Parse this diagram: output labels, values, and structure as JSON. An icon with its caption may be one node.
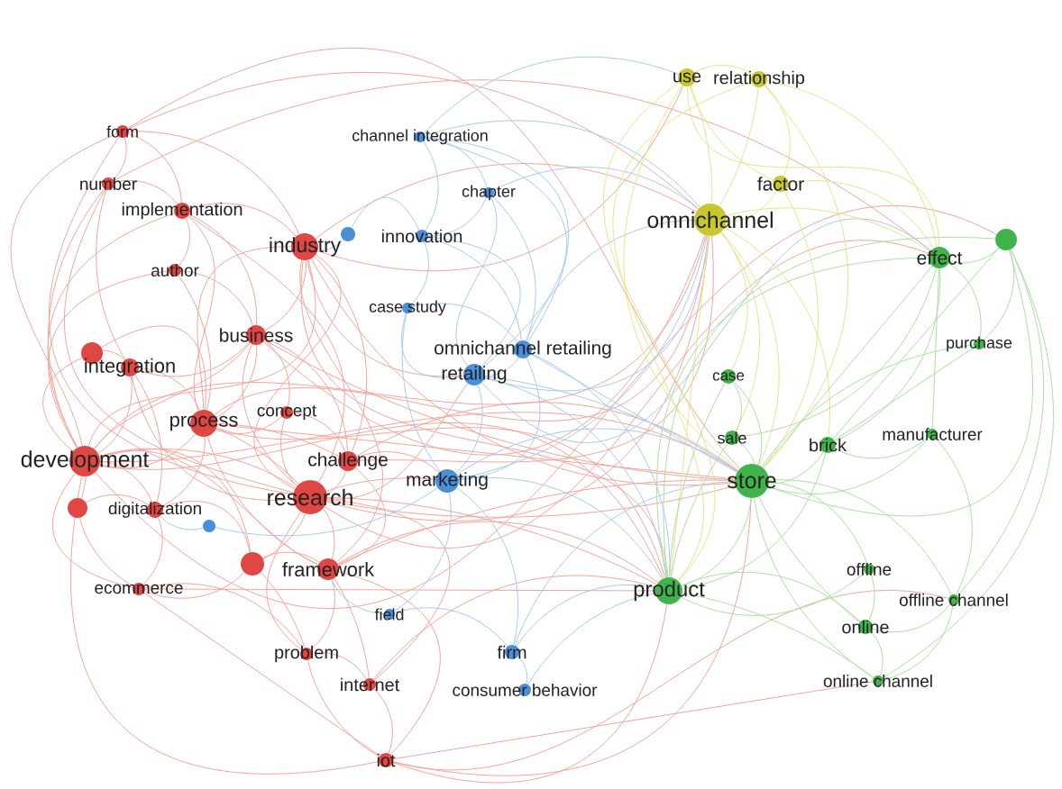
{
  "diagram": {
    "nodes": [
      {
        "text": [
          "use"
        ]
      },
      {
        "text": [
          "relationship"
        ]
      },
      {
        "text": [
          "form"
        ]
      },
      {
        "text": [
          "channel integration"
        ]
      },
      {
        "text": [
          "number"
        ]
      },
      {
        "text": [
          "factor"
        ]
      },
      {
        "text": [
          "chapter"
        ]
      },
      {
        "text": [
          "implementation"
        ]
      },
      {
        "text": [
          "omnichannel"
        ]
      },
      {
        "text": [],
        "shape": "circle"
      },
      {
        "text": [
          "innovation"
        ]
      },
      {
        "text": [],
        "shape": "circle"
      },
      {
        "text": [
          "industry"
        ]
      },
      {
        "text": [
          "effect"
        ]
      },
      {
        "text": [
          "author"
        ]
      },
      {
        "text": [
          "case study"
        ]
      },
      {
        "text": [
          "business"
        ]
      },
      {
        "text": [
          "purchase"
        ]
      },
      {
        "text": [
          "omnichannel retailing"
        ]
      },
      {
        "text": [],
        "shape": "circle"
      },
      {
        "text": [
          "integration"
        ]
      },
      {
        "text": [
          "retailing"
        ]
      },
      {
        "text": [
          "case"
        ]
      },
      {
        "text": [
          "concept"
        ]
      },
      {
        "text": [
          "process"
        ]
      },
      {
        "text": [
          "manufacturer"
        ]
      },
      {
        "text": [
          "sale"
        ]
      },
      {
        "text": [
          "brick"
        ]
      },
      {
        "text": [
          "development"
        ]
      },
      {
        "text": [
          "challenge"
        ]
      },
      {
        "text": [
          "marketing"
        ]
      },
      {
        "text": [
          "store"
        ]
      },
      {
        "text": [
          "research"
        ]
      },
      {
        "text": [],
        "shape": "circle"
      },
      {
        "text": [
          "digitalization"
        ]
      },
      {
        "text": [],
        "shape": "circle"
      },
      {
        "text": [],
        "shape": "circle"
      },
      {
        "text": [
          "framework"
        ]
      },
      {
        "text": [
          "offline"
        ]
      },
      {
        "text": [
          "ecommerce"
        ]
      },
      {
        "text": [
          "product"
        ]
      },
      {
        "text": [
          "offline channel"
        ]
      },
      {
        "text": [
          "field"
        ]
      },
      {
        "text": [
          "online"
        ]
      },
      {
        "text": [
          "firm"
        ]
      },
      {
        "text": [
          "problem"
        ]
      },
      {
        "text": [
          "online channel"
        ]
      },
      {
        "text": [
          "internet"
        ]
      },
      {
        "text": [
          "consumer behavior"
        ]
      },
      {
        "text": [
          "iot"
        ]
      }
    ],
    "edges": [
      {
        "from": 2,
        "to": 4,
        "arrow": "none"
      },
      {
        "from": 2,
        "to": 7,
        "arrow": "none"
      },
      {
        "from": 2,
        "to": 12,
        "arrow": "none"
      },
      {
        "from": 2,
        "to": 28,
        "arrow": "none"
      },
      {
        "from": 2,
        "to": 32,
        "arrow": "none"
      },
      {
        "from": 2,
        "to": 8,
        "arrow": "none"
      },
      {
        "from": 2,
        "to": 31,
        "arrow": "none"
      },
      {
        "from": 4,
        "to": 7,
        "arrow": "none"
      },
      {
        "from": 4,
        "to": 20,
        "arrow": "none"
      },
      {
        "from": 4,
        "to": 28,
        "arrow": "none"
      },
      {
        "from": 4,
        "to": 32,
        "arrow": "none"
      },
      {
        "from": 4,
        "to": 13,
        "arrow": "none"
      },
      {
        "from": 7,
        "to": 12,
        "arrow": "none"
      },
      {
        "from": 7,
        "to": 14,
        "arrow": "none"
      },
      {
        "from": 7,
        "to": 16,
        "arrow": "none"
      },
      {
        "from": 7,
        "to": 28,
        "arrow": "none"
      },
      {
        "from": 7,
        "to": 32,
        "arrow": "none"
      },
      {
        "from": 7,
        "to": 24,
        "arrow": "none"
      },
      {
        "from": 12,
        "to": 16,
        "arrow": "none"
      },
      {
        "from": 12,
        "to": 24,
        "arrow": "none"
      },
      {
        "from": 12,
        "to": 32,
        "arrow": "none"
      },
      {
        "from": 12,
        "to": 29,
        "arrow": "none"
      },
      {
        "from": 12,
        "to": 28,
        "arrow": "none"
      },
      {
        "from": 12,
        "to": 21,
        "arrow": "none"
      },
      {
        "from": 12,
        "to": 8,
        "arrow": "none"
      },
      {
        "from": 12,
        "to": 31,
        "arrow": "none"
      },
      {
        "from": 12,
        "to": 40,
        "arrow": "none"
      },
      {
        "from": 12,
        "to": 37,
        "arrow": "none"
      },
      {
        "from": 12,
        "to": 0,
        "arrow": "none"
      },
      {
        "from": 14,
        "to": 16,
        "arrow": "none"
      },
      {
        "from": 14,
        "to": 24,
        "arrow": "none"
      },
      {
        "from": 14,
        "to": 28,
        "arrow": "none"
      },
      {
        "from": 16,
        "to": 24,
        "arrow": "none"
      },
      {
        "from": 16,
        "to": 28,
        "arrow": "none"
      },
      {
        "from": 16,
        "to": 32,
        "arrow": "none"
      },
      {
        "from": 16,
        "to": 29,
        "arrow": "none"
      },
      {
        "from": 16,
        "to": 20,
        "arrow": "none"
      },
      {
        "from": 16,
        "to": 23,
        "arrow": "none"
      },
      {
        "from": 16,
        "to": 31,
        "arrow": "none"
      },
      {
        "from": 16,
        "to": 8,
        "arrow": "none"
      },
      {
        "from": 19,
        "to": 28,
        "arrow": "none"
      },
      {
        "from": 19,
        "to": 24,
        "arrow": "none"
      },
      {
        "from": 19,
        "to": 20,
        "arrow": "none"
      },
      {
        "from": 20,
        "to": 28,
        "arrow": "none"
      },
      {
        "from": 20,
        "to": 24,
        "arrow": "none"
      },
      {
        "from": 20,
        "to": 32,
        "arrow": "none"
      },
      {
        "from": 20,
        "to": 34,
        "arrow": "none"
      },
      {
        "from": 23,
        "to": 24,
        "arrow": "none"
      },
      {
        "from": 23,
        "to": 32,
        "arrow": "none"
      },
      {
        "from": 23,
        "to": 29,
        "arrow": "none"
      },
      {
        "from": 24,
        "to": 28,
        "arrow": "none"
      },
      {
        "from": 24,
        "to": 32,
        "arrow": "none"
      },
      {
        "from": 24,
        "to": 29,
        "arrow": "none"
      },
      {
        "from": 24,
        "to": 37,
        "arrow": "none"
      },
      {
        "from": 24,
        "to": 34,
        "arrow": "none"
      },
      {
        "from": 24,
        "to": 31,
        "arrow": "none"
      },
      {
        "from": 24,
        "to": 40,
        "arrow": "none"
      },
      {
        "from": 24,
        "to": 8,
        "arrow": "none"
      },
      {
        "from": 28,
        "to": 32,
        "arrow": "none"
      },
      {
        "from": 28,
        "to": 33,
        "arrow": "none"
      },
      {
        "from": 28,
        "to": 34,
        "arrow": "none"
      },
      {
        "from": 28,
        "to": 39,
        "arrow": "none"
      },
      {
        "from": 28,
        "to": 36,
        "arrow": "none"
      },
      {
        "from": 28,
        "to": 37,
        "arrow": "none"
      },
      {
        "from": 28,
        "to": 31,
        "arrow": "none"
      },
      {
        "from": 28,
        "to": 8,
        "arrow": "none"
      },
      {
        "from": 28,
        "to": 40,
        "arrow": "none"
      },
      {
        "from": 28,
        "to": 49,
        "arrow": "none"
      },
      {
        "from": 28,
        "to": 11,
        "arrow": "none"
      },
      {
        "from": 29,
        "to": 32,
        "arrow": "none"
      },
      {
        "from": 29,
        "to": 37,
        "arrow": "none"
      },
      {
        "from": 29,
        "to": 30,
        "arrow": "none"
      },
      {
        "from": 29,
        "to": 31,
        "arrow": "none"
      },
      {
        "from": 29,
        "to": 8,
        "arrow": "none"
      },
      {
        "from": 32,
        "to": 37,
        "arrow": "none"
      },
      {
        "from": 32,
        "to": 36,
        "arrow": "none"
      },
      {
        "from": 32,
        "to": 45,
        "arrow": "none"
      },
      {
        "from": 32,
        "to": 47,
        "arrow": "none"
      },
      {
        "from": 32,
        "to": 31,
        "arrow": "none"
      },
      {
        "from": 32,
        "to": 40,
        "arrow": "none"
      },
      {
        "from": 32,
        "to": 8,
        "arrow": "none"
      },
      {
        "from": 32,
        "to": 30,
        "arrow": "none"
      },
      {
        "from": 32,
        "to": 21,
        "arrow": "none"
      },
      {
        "from": 32,
        "to": 13,
        "arrow": "none"
      },
      {
        "from": 33,
        "to": 34,
        "arrow": "none"
      },
      {
        "from": 33,
        "to": 39,
        "arrow": "none"
      },
      {
        "from": 34,
        "to": 39,
        "arrow": "none"
      },
      {
        "from": 34,
        "to": 36,
        "arrow": "none"
      },
      {
        "from": 36,
        "to": 37,
        "arrow": "none"
      },
      {
        "from": 36,
        "to": 45,
        "arrow": "none"
      },
      {
        "from": 36,
        "to": 39,
        "arrow": "none"
      },
      {
        "from": 37,
        "to": 45,
        "arrow": "none"
      },
      {
        "from": 37,
        "to": 47,
        "arrow": "none"
      },
      {
        "from": 37,
        "to": 40,
        "arrow": "none"
      },
      {
        "from": 37,
        "to": 31,
        "arrow": "none"
      },
      {
        "from": 37,
        "to": 49,
        "arrow": "none"
      },
      {
        "from": 39,
        "to": 45,
        "arrow": "none"
      },
      {
        "from": 39,
        "to": 49,
        "arrow": "none"
      },
      {
        "from": 39,
        "to": 40,
        "arrow": "none"
      },
      {
        "from": 45,
        "to": 47,
        "arrow": "none"
      },
      {
        "from": 45,
        "to": 49,
        "arrow": "none"
      },
      {
        "from": 47,
        "to": 49,
        "arrow": "none"
      },
      {
        "from": 47,
        "to": 40,
        "arrow": "none"
      },
      {
        "from": 49,
        "to": 40,
        "arrow": "none"
      },
      {
        "from": 49,
        "to": 31,
        "arrow": "none"
      },
      {
        "from": 49,
        "to": 46,
        "arrow": "none"
      },
      {
        "from": 49,
        "to": 41,
        "arrow": "none"
      },
      {
        "from": 3,
        "to": 6,
        "arrow": "none",
        "color": "#a7c9ee"
      },
      {
        "from": 3,
        "to": 10,
        "arrow": "none",
        "color": "#a7c9ee"
      },
      {
        "from": 3,
        "to": 18,
        "arrow": "none",
        "color": "#a7c9ee"
      },
      {
        "from": 3,
        "to": 21,
        "arrow": "none",
        "color": "#a7c9ee"
      },
      {
        "from": 3,
        "to": 8,
        "arrow": "none",
        "color": "#a7c9ee"
      },
      {
        "from": 3,
        "to": 0,
        "arrow": "none",
        "color": "#a7c9ee"
      },
      {
        "from": 6,
        "to": 10,
        "arrow": "none",
        "color": "#a7c9ee"
      },
      {
        "from": 6,
        "to": 18,
        "arrow": "none",
        "color": "#a7c9ee"
      },
      {
        "from": 6,
        "to": 21,
        "arrow": "none",
        "color": "#a7c9ee"
      },
      {
        "from": 6,
        "to": 8,
        "arrow": "none",
        "color": "#a7c9ee"
      },
      {
        "from": 9,
        "to": 10,
        "arrow": "none",
        "color": "#a7c9ee"
      },
      {
        "from": 9,
        "to": 12,
        "arrow": "none",
        "color": "#a7c9ee"
      },
      {
        "from": 10,
        "to": 15,
        "arrow": "none",
        "color": "#a7c9ee"
      },
      {
        "from": 10,
        "to": 21,
        "arrow": "none",
        "color": "#a7c9ee"
      },
      {
        "from": 10,
        "to": 18,
        "arrow": "none",
        "color": "#a7c9ee"
      },
      {
        "from": 15,
        "to": 21,
        "arrow": "none",
        "color": "#a7c9ee"
      },
      {
        "from": 15,
        "to": 18,
        "arrow": "none",
        "color": "#a7c9ee"
      },
      {
        "from": 15,
        "to": 30,
        "arrow": "none",
        "color": "#a7c9ee"
      },
      {
        "from": 18,
        "to": 21,
        "arrow": "none",
        "color": "#a7c9ee"
      },
      {
        "from": 18,
        "to": 30,
        "arrow": "none",
        "color": "#a7c9ee"
      },
      {
        "from": 18,
        "to": 8,
        "arrow": "none",
        "color": "#a7c9ee"
      },
      {
        "from": 18,
        "to": 31,
        "arrow": "none",
        "color": "#a7c9ee"
      },
      {
        "from": 18,
        "to": 40,
        "arrow": "none",
        "color": "#a7c9ee"
      },
      {
        "from": 21,
        "to": 30,
        "arrow": "none",
        "color": "#a7c9ee"
      },
      {
        "from": 21,
        "to": 8,
        "arrow": "none",
        "color": "#a7c9ee"
      },
      {
        "from": 21,
        "to": 31,
        "arrow": "none",
        "color": "#a7c9ee"
      },
      {
        "from": 21,
        "to": 40,
        "arrow": "none",
        "color": "#a7c9ee"
      },
      {
        "from": 21,
        "to": 13,
        "arrow": "none",
        "color": "#a7c9ee"
      },
      {
        "from": 30,
        "to": 42,
        "arrow": "none",
        "color": "#a7c9ee"
      },
      {
        "from": 30,
        "to": 44,
        "arrow": "none",
        "color": "#a7c9ee"
      },
      {
        "from": 30,
        "to": 31,
        "arrow": "none",
        "color": "#a7c9ee"
      },
      {
        "from": 30,
        "to": 40,
        "arrow": "none",
        "color": "#a7c9ee"
      },
      {
        "from": 30,
        "to": 8,
        "arrow": "none",
        "color": "#a7c9ee"
      },
      {
        "from": 35,
        "to": 34,
        "arrow": "none",
        "color": "#a7c9ee"
      },
      {
        "from": 35,
        "to": 30,
        "arrow": "none",
        "color": "#a7c9ee"
      },
      {
        "from": 42,
        "to": 44,
        "arrow": "none",
        "color": "#a7c9ee"
      },
      {
        "from": 42,
        "to": 37,
        "arrow": "none",
        "color": "#a7c9ee"
      },
      {
        "from": 44,
        "to": 48,
        "arrow": "none",
        "color": "#a7c9ee"
      },
      {
        "from": 44,
        "to": 40,
        "arrow": "none",
        "color": "#a7c9ee"
      },
      {
        "from": 44,
        "to": 31,
        "arrow": "none",
        "color": "#a7c9ee"
      },
      {
        "from": 48,
        "to": 40,
        "arrow": "none",
        "color": "#a7c9ee"
      },
      {
        "from": 0,
        "to": 1,
        "arrow": "none",
        "color": "#e6e38a"
      },
      {
        "from": 0,
        "to": 8,
        "arrow": "none",
        "color": "#e6e38a"
      },
      {
        "from": 0,
        "to": 5,
        "arrow": "none",
        "color": "#e6e38a"
      },
      {
        "from": 0,
        "to": 31,
        "arrow": "none",
        "color": "#e6e38a"
      },
      {
        "from": 0,
        "to": 40,
        "arrow": "none",
        "color": "#e6e38a"
      },
      {
        "from": 0,
        "to": 13,
        "arrow": "none",
        "color": "#e6e38a"
      },
      {
        "from": 1,
        "to": 8,
        "arrow": "none",
        "color": "#e6e38a"
      },
      {
        "from": 1,
        "to": 5,
        "arrow": "none",
        "color": "#e6e38a"
      },
      {
        "from": 1,
        "to": 13,
        "arrow": "none",
        "color": "#e6e38a"
      },
      {
        "from": 1,
        "to": 31,
        "arrow": "none",
        "color": "#e6e38a"
      },
      {
        "from": 1,
        "to": 40,
        "arrow": "none",
        "color": "#e6e38a"
      },
      {
        "from": 5,
        "to": 8,
        "arrow": "none",
        "color": "#e6e38a"
      },
      {
        "from": 5,
        "to": 31,
        "arrow": "none",
        "color": "#e6e38a"
      },
      {
        "from": 5,
        "to": 13,
        "arrow": "none",
        "color": "#e6e38a"
      },
      {
        "from": 8,
        "to": 31,
        "arrow": "none",
        "color": "#e6e38a"
      },
      {
        "from": 8,
        "to": 40,
        "arrow": "none",
        "color": "#e6e38a"
      },
      {
        "from": 8,
        "to": 13,
        "arrow": "none",
        "color": "#e6e38a"
      },
      {
        "from": 8,
        "to": 26,
        "arrow": "none",
        "color": "#e6e38a"
      },
      {
        "from": 8,
        "to": 22,
        "arrow": "none",
        "color": "#e6e38a"
      },
      {
        "from": 8,
        "to": 27,
        "arrow": "none",
        "color": "#e6e38a"
      },
      {
        "from": 11,
        "to": 13,
        "arrow": "none",
        "color": "#a8e0a0"
      },
      {
        "from": 11,
        "to": 17,
        "arrow": "none",
        "color": "#a8e0a0"
      },
      {
        "from": 11,
        "to": 31,
        "arrow": "none",
        "color": "#a8e0a0"
      },
      {
        "from": 11,
        "to": 41,
        "arrow": "none",
        "color": "#a8e0a0"
      },
      {
        "from": 11,
        "to": 46,
        "arrow": "none",
        "color": "#a8e0a0"
      },
      {
        "from": 11,
        "to": 40,
        "arrow": "none",
        "color": "#a8e0a0"
      },
      {
        "from": 11,
        "to": 27,
        "arrow": "none",
        "color": "#a8e0a0"
      },
      {
        "from": 13,
        "to": 17,
        "arrow": "none",
        "color": "#a8e0a0"
      },
      {
        "from": 13,
        "to": 31,
        "arrow": "none",
        "color": "#a8e0a0"
      },
      {
        "from": 13,
        "to": 40,
        "arrow": "none",
        "color": "#a8e0a0"
      },
      {
        "from": 13,
        "to": 27,
        "arrow": "none",
        "color": "#a8e0a0"
      },
      {
        "from": 13,
        "to": 26,
        "arrow": "none",
        "color": "#a8e0a0"
      },
      {
        "from": 13,
        "to": 25,
        "arrow": "none",
        "color": "#a8e0a0"
      },
      {
        "from": 17,
        "to": 31,
        "arrow": "none",
        "color": "#a8e0a0"
      },
      {
        "from": 17,
        "to": 27,
        "arrow": "none",
        "color": "#a8e0a0"
      },
      {
        "from": 22,
        "to": 31,
        "arrow": "none",
        "color": "#a8e0a0"
      },
      {
        "from": 22,
        "to": 26,
        "arrow": "none",
        "color": "#a8e0a0"
      },
      {
        "from": 22,
        "to": 40,
        "arrow": "none",
        "color": "#a8e0a0"
      },
      {
        "from": 25,
        "to": 27,
        "arrow": "none",
        "color": "#a8e0a0"
      },
      {
        "from": 25,
        "to": 31,
        "arrow": "none",
        "color": "#a8e0a0"
      },
      {
        "from": 25,
        "to": 41,
        "arrow": "none",
        "color": "#a8e0a0"
      },
      {
        "from": 26,
        "to": 31,
        "arrow": "none",
        "color": "#a8e0a0"
      },
      {
        "from": 26,
        "to": 40,
        "arrow": "none",
        "color": "#a8e0a0"
      },
      {
        "from": 27,
        "to": 31,
        "arrow": "none",
        "color": "#a8e0a0"
      },
      {
        "from": 27,
        "to": 40,
        "arrow": "none",
        "color": "#a8e0a0"
      },
      {
        "from": 31,
        "to": 40,
        "arrow": "none",
        "color": "#a8e0a0"
      },
      {
        "from": 31,
        "to": 38,
        "arrow": "none",
        "color": "#a8e0a0"
      },
      {
        "from": 31,
        "to": 43,
        "arrow": "none",
        "color": "#a8e0a0"
      },
      {
        "from": 31,
        "to": 46,
        "arrow": "none",
        "color": "#a8e0a0"
      },
      {
        "from": 31,
        "to": 41,
        "arrow": "none",
        "color": "#a8e0a0"
      },
      {
        "from": 38,
        "to": 43,
        "arrow": "none",
        "color": "#a8e0a0"
      },
      {
        "from": 38,
        "to": 40,
        "arrow": "none",
        "color": "#a8e0a0"
      },
      {
        "from": 40,
        "to": 43,
        "arrow": "none",
        "color": "#a8e0a0"
      },
      {
        "from": 40,
        "to": 46,
        "arrow": "none",
        "color": "#a8e0a0"
      },
      {
        "from": 41,
        "to": 43,
        "arrow": "none",
        "color": "#a8e0a0"
      },
      {
        "from": 41,
        "to": 46,
        "arrow": "none",
        "color": "#a8e0a0"
      },
      {
        "from": 43,
        "to": 46,
        "arrow": "none",
        "color": "#a8e0a0"
      }
    ]
  }
}
